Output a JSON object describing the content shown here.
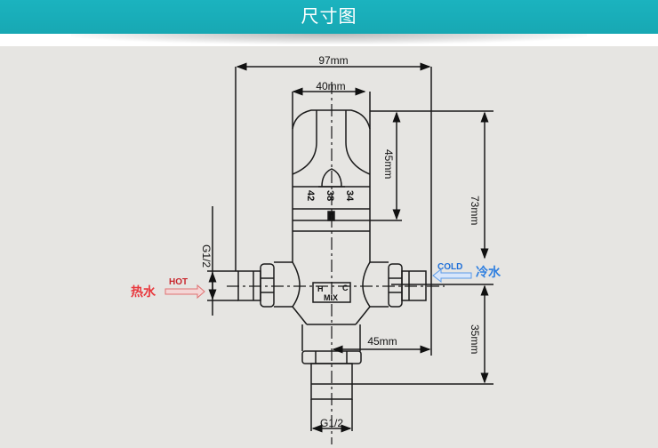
{
  "header": {
    "title": "尺寸图",
    "bg_color": "#1aafbb"
  },
  "diagram": {
    "subject": "thermostatic mixing valve",
    "dimensions": {
      "overall_width": "97mm",
      "handle_width": "40mm",
      "handle_height": "45mm",
      "upper_height": "73mm",
      "lower_height": "35mm",
      "outlet_offset": "45mm",
      "side_thread": "G1/2",
      "bottom_thread": "G1/2"
    },
    "scale_marks": [
      "42",
      "38",
      "34"
    ],
    "body_label": {
      "h": "H",
      "c": "C",
      "mix": "MIX"
    },
    "hot_inlet": {
      "label_cn": "热水",
      "label_en": "HOT",
      "color": "#e8383d"
    },
    "cold_inlet": {
      "label_cn": "冷水",
      "label_en": "COLD",
      "color": "#2f7fe0"
    }
  }
}
